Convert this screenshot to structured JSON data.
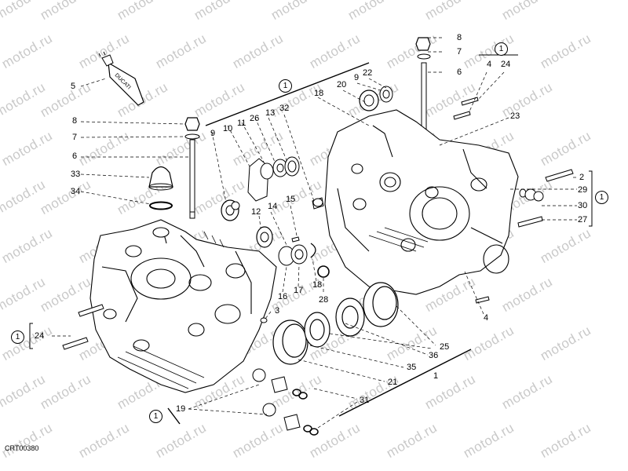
{
  "watermark": "motod.ru",
  "drawing_code": "CRT00380",
  "tube_brand": "DUCATI",
  "group_marker": "1",
  "callouts": {
    "c1_a": "1",
    "c1_b": "1",
    "c2": "2",
    "c3": "3",
    "c4_a": "4",
    "c4_b": "4",
    "c5": "5",
    "c6_a": "6",
    "c6_b": "6",
    "c7_a": "7",
    "c7_b": "7",
    "c8_a": "8",
    "c8_b": "8",
    "c9_a": "9",
    "c9_b": "9",
    "c10": "10",
    "c11": "11",
    "c12": "12",
    "c13": "13",
    "c14": "14",
    "c15": "15",
    "c16": "16",
    "c17": "17",
    "c18_a": "18",
    "c18_b": "18",
    "c19": "19",
    "c20": "20",
    "c21": "21",
    "c22": "22",
    "c23": "23",
    "c24_a": "24",
    "c24_b": "24",
    "c25": "25",
    "c26": "26",
    "c27": "27",
    "c28": "28",
    "c29": "29",
    "c30": "30",
    "c31": "31",
    "c32": "32",
    "c33": "33",
    "c34": "34",
    "c35": "35",
    "c36": "36"
  }
}
